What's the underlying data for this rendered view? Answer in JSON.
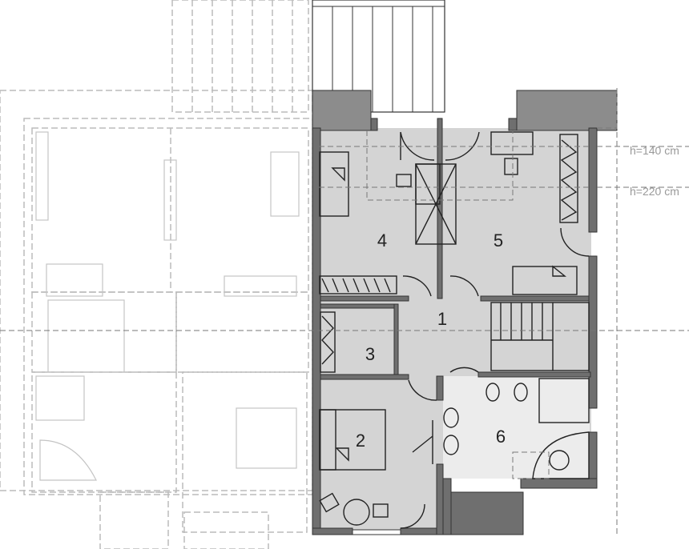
{
  "plan": {
    "rooms": [
      {
        "id": "4"
      },
      {
        "id": "5"
      },
      {
        "id": "1"
      },
      {
        "id": "3"
      },
      {
        "id": "2"
      },
      {
        "id": "6"
      }
    ],
    "height_labels": [
      "h=140 cm",
      "h=220 cm"
    ],
    "colors": {
      "room": "#d4d4d4",
      "bath": "#ececec",
      "wall": "#6f6f6f",
      "ghost": "#bbbbbb"
    }
  }
}
